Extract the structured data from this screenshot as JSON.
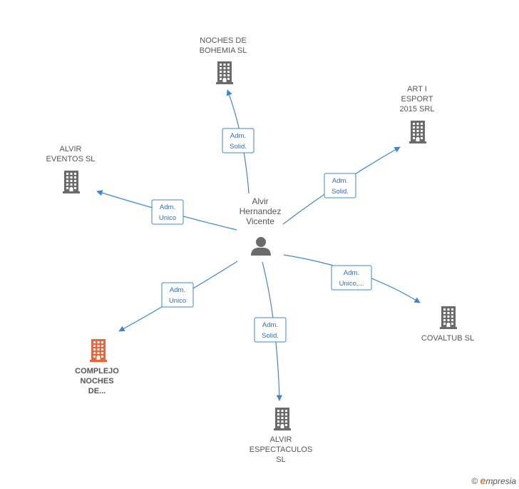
{
  "center": {
    "label_lines": [
      "Alvir",
      "Hernandez",
      "Vicente"
    ],
    "icon": "person-icon"
  },
  "companies": [
    {
      "id": "noches-bohemia",
      "label_lines": [
        "NOCHES DE",
        "BOHEMIA  SL"
      ],
      "icon": "building-icon",
      "color": "#6b6b6b"
    },
    {
      "id": "art-esport",
      "label_lines": [
        "ART I",
        "ESPORT",
        "2015 SRL"
      ],
      "icon": "building-icon",
      "color": "#6b6b6b"
    },
    {
      "id": "alvir-eventos",
      "label_lines": [
        "ALVIR",
        "EVENTOS  SL"
      ],
      "icon": "building-icon",
      "color": "#6b6b6b"
    },
    {
      "id": "covaltub",
      "label_lines": [
        "COVALTUB SL"
      ],
      "icon": "building-icon",
      "color": "#6b6b6b"
    },
    {
      "id": "complejo-noches",
      "label_lines": [
        "COMPLEJO",
        "NOCHES",
        "DE..."
      ],
      "icon": "building-icon",
      "color": "#f0623a"
    },
    {
      "id": "alvir-espectaculos",
      "label_lines": [
        "ALVIR",
        "ESPECTACULOS",
        "SL"
      ],
      "icon": "building-icon",
      "color": "#6b6b6b"
    }
  ],
  "relations": [
    {
      "target": "noches-bohemia",
      "role_lines": [
        "Adm.",
        "Solid."
      ]
    },
    {
      "target": "art-esport",
      "role_lines": [
        "Adm.",
        "Solid."
      ]
    },
    {
      "target": "alvir-eventos",
      "role_lines": [
        "Adm.",
        "Unico"
      ]
    },
    {
      "target": "covaltub",
      "role_lines": [
        "Adm.",
        "Unico,..."
      ]
    },
    {
      "target": "complejo-noches",
      "role_lines": [
        "Adm.",
        "Unico"
      ]
    },
    {
      "target": "alvir-espectaculos",
      "role_lines": [
        "Adm.",
        "Solid."
      ]
    }
  ],
  "footer": {
    "copyright": "©",
    "brand_first": "e",
    "brand_rest": "mpresia"
  },
  "colors": {
    "edge": "#3f86d2",
    "node": "#6b6b6b",
    "highlight": "#f0623a",
    "person": "#6b6b6b"
  }
}
